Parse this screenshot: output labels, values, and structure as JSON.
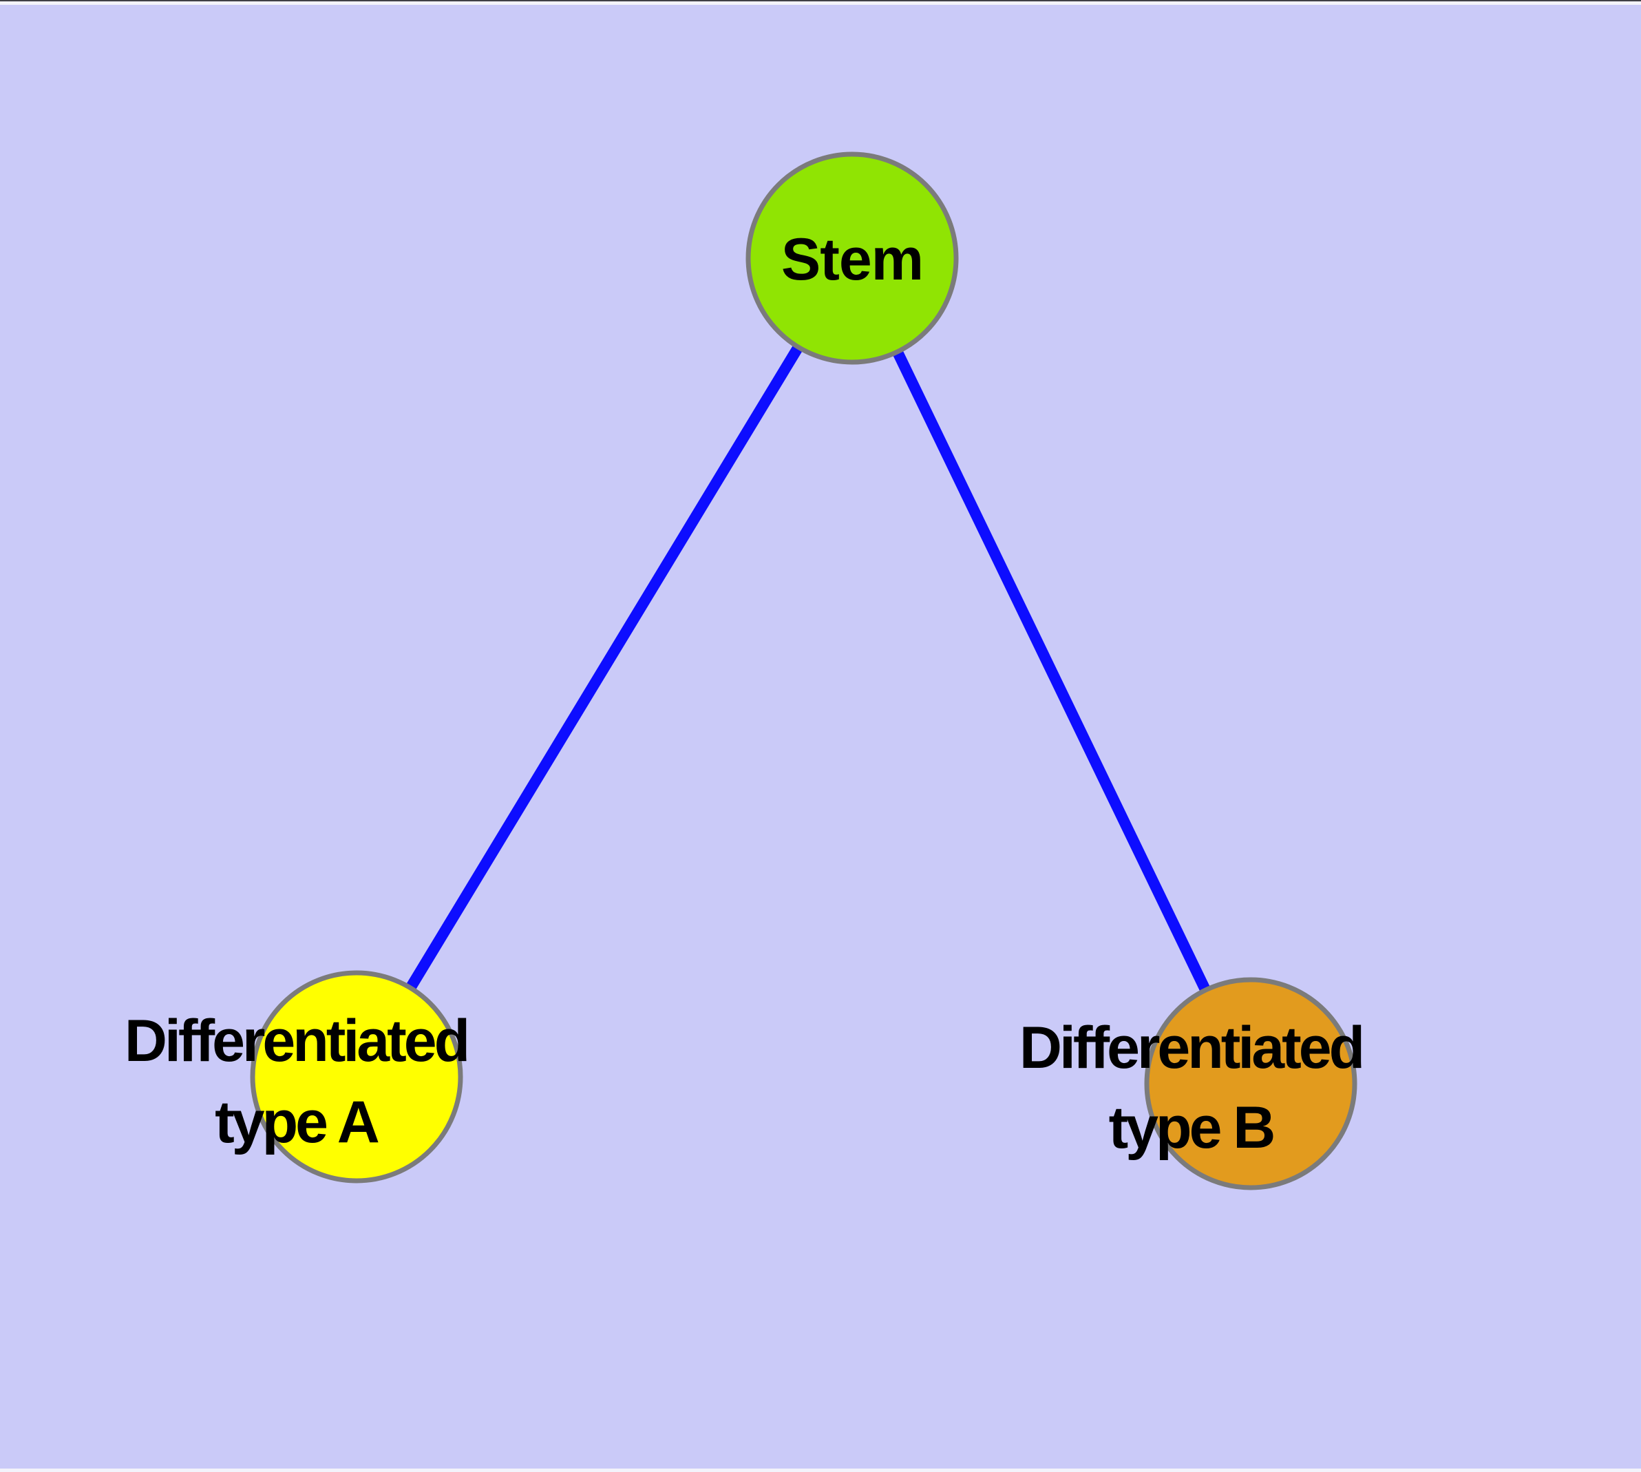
{
  "diagram": {
    "type": "graph",
    "colors": {
      "background": "#cacaf8",
      "edge": "#0d0dff",
      "node_border": "#7b7b7b",
      "label": "#000000",
      "top_border": "#3f3f46",
      "edge_highlight": "#f3f3fb"
    },
    "nodes": [
      {
        "id": "stem",
        "label": "Stem",
        "label_lines": [
          "Stem"
        ],
        "fill": "#90e403"
      },
      {
        "id": "differentiated-type-a",
        "label": "Differentiated type A",
        "label_lines": [
          "Differentiated",
          "type A"
        ],
        "fill": "#ffff00"
      },
      {
        "id": "differentiated-type-b",
        "label": "Differentiated type B",
        "label_lines": [
          "Differentiated",
          "type B"
        ],
        "fill": "#e29b1e"
      }
    ],
    "edges": [
      {
        "from": "Stem",
        "to": "Differentiated type A"
      },
      {
        "from": "Stem",
        "to": "Differentiated type B"
      }
    ]
  }
}
